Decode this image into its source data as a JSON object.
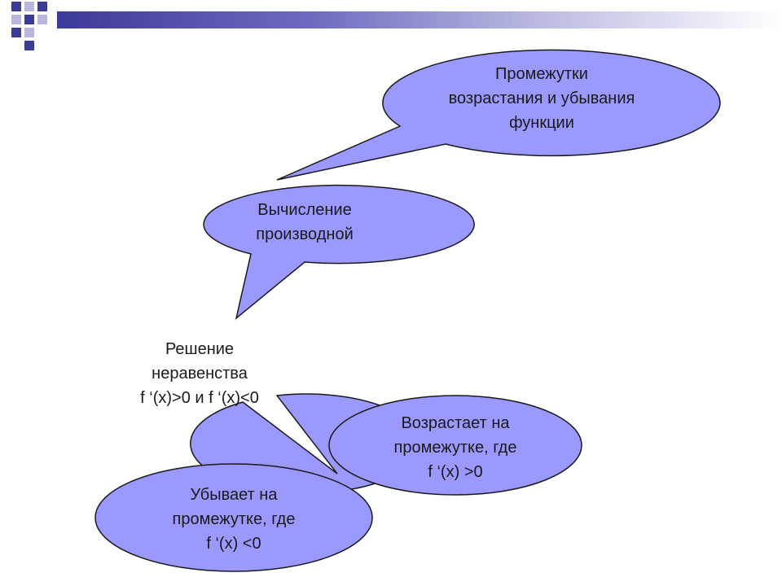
{
  "colors": {
    "bubble_fill": "#9999ff",
    "bubble_stroke": "#1a1a1a",
    "bar_start": "#3b3b98",
    "deco_dark": "#3b3b98",
    "deco_light": "#b7b7e0"
  },
  "bubbles": {
    "intervals": {
      "line1": "Промежутки",
      "line2": "возрастания и убывания",
      "line3": "функции"
    },
    "derivative": {
      "line1": "Вычисление",
      "line2": "производной"
    },
    "inequality": {
      "line1": "Решение",
      "line2": "неравенства",
      "line3": "f ‘(x)>0 и f ‘(x)<0"
    },
    "increasing": {
      "line1": "Возрастает на",
      "line2": "промежутке, где",
      "line3": "f ‘(x) >0"
    },
    "decreasing": {
      "line1": "Убывает на",
      "line2": "промежутке, где",
      "line3": "f ‘(x) <0"
    }
  }
}
